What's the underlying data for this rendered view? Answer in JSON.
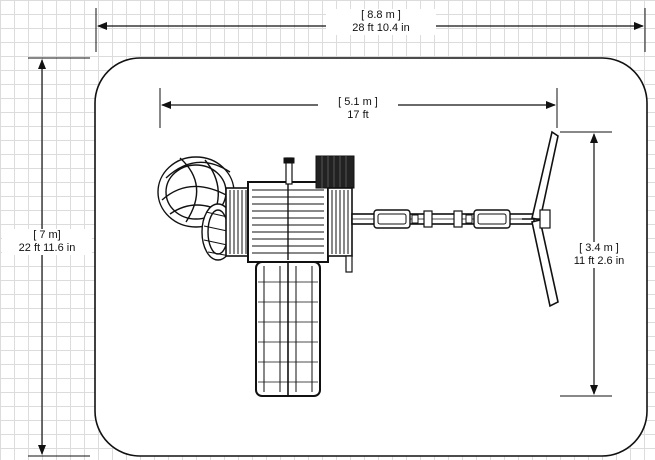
{
  "dimensions": {
    "overall_width": {
      "metric": "[ 8.8 m ]",
      "imperial": "28 ft 10.4 in"
    },
    "overall_depth": {
      "metric": "[  7 m]",
      "imperial": "22 ft 11.6 in"
    },
    "structure_width": {
      "metric": "[ 5.1 m ]",
      "imperial": "17 ft"
    },
    "swing_depth": {
      "metric": "[ 3.4 m ]",
      "imperial": "11 ft 2.6 in"
    }
  },
  "colors": {
    "line": "#111111",
    "grid": "#dcdcdc",
    "background": "#ffffff"
  }
}
